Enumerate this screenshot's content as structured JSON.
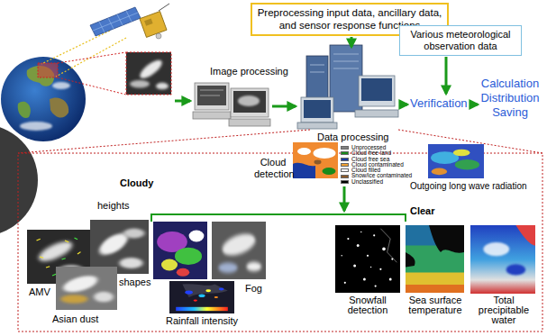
{
  "diagram": {
    "nodes": [
      {
        "text": [
          "Preprocessing input data, ancillary data, and sensor response functions"
        ]
      },
      {
        "text": [
          "Various meteorological observation data"
        ]
      }
    ],
    "labels": [
      "Image processing",
      "Data processing",
      "Verification",
      "Calculation",
      "Distribution",
      "Saving",
      "Cloud detection",
      "Outgoing long wave radiation",
      "Cloudy",
      "heights",
      "AMV",
      "shapes",
      "Fog",
      "Asian dust",
      "Rainfall intensity",
      "Clear",
      "Snowfall detection",
      "Sea surface temperature",
      "Total precipitable water"
    ],
    "legend": [
      {
        "text": "Unprocessed",
        "color": "#808080"
      },
      {
        "text": "Cloud free land",
        "color": "#1a8a1a"
      },
      {
        "text": "Cloud free sea",
        "color": "#1a3aa0"
      },
      {
        "text": "Cloud contaminated",
        "color": "#f0a030"
      },
      {
        "text": "Cloud filled",
        "color": "#ffffff"
      },
      {
        "text": "Snow/ice contaminated",
        "color": "#8a5a2a"
      },
      {
        "text": "Unclassified",
        "color": "#000000"
      }
    ]
  }
}
